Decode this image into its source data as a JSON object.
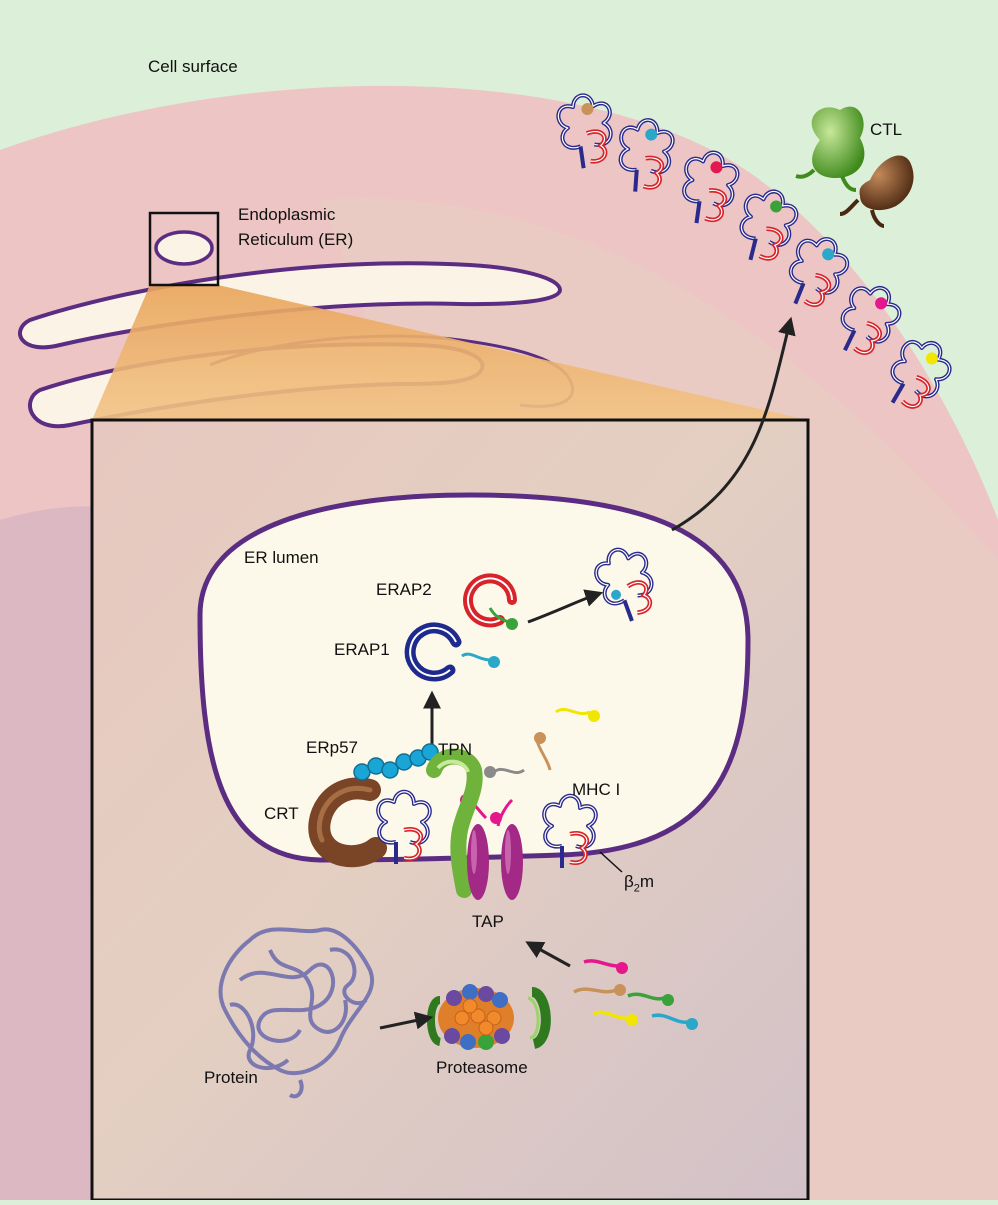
{
  "labels": {
    "cell_surface": "Cell surface",
    "ctl": "CTL",
    "er_line1": "Endoplasmic",
    "er_line2": "Reticulum (ER)",
    "er_lumen": "ER lumen",
    "erap2": "ERAP2",
    "erap1": "ERAP1",
    "erp57": "ERp57",
    "tpn": "TPN",
    "crt": "CRT",
    "mhc1": "MHC I",
    "b2m_beta": "β",
    "b2m_sub": "2",
    "b2m_m": "m",
    "tap": "TAP",
    "protein": "Protein",
    "proteasome": "Proteasome"
  },
  "colors": {
    "cell_surface_bg": "#dcefd9",
    "cytoplasm": "#ecc5c4",
    "er_membrane": "#5b2d82",
    "er_lumen": "#fdf9ea",
    "mhc_heavy_chain": "#2a2a8c",
    "b2m": "#d8232a",
    "erap1": "#1f2a8f",
    "erap2": "#d8232a",
    "erp57": "#19a5d6",
    "tpn": "#6fb33c",
    "crt": "#7a4526",
    "tap": "#a22a86",
    "ctl_green": "#6fb33c",
    "ctl_brown": "#7a4526"
  },
  "surface_peptide_colors": [
    "#c9925a",
    "#2aa7c9",
    "#e4174f",
    "#3aa23a",
    "#2aa7c9",
    "#e4178c",
    "#f2e600"
  ],
  "cytosolic_peptide_colors": [
    "#e4178c",
    "#c9925a",
    "#3aa23a",
    "#f2e600",
    "#2aa7c9"
  ],
  "lumen_peptide_colors": [
    "#f2e600",
    "#c9925a",
    "#8a8a8a",
    "#e4178c"
  ]
}
